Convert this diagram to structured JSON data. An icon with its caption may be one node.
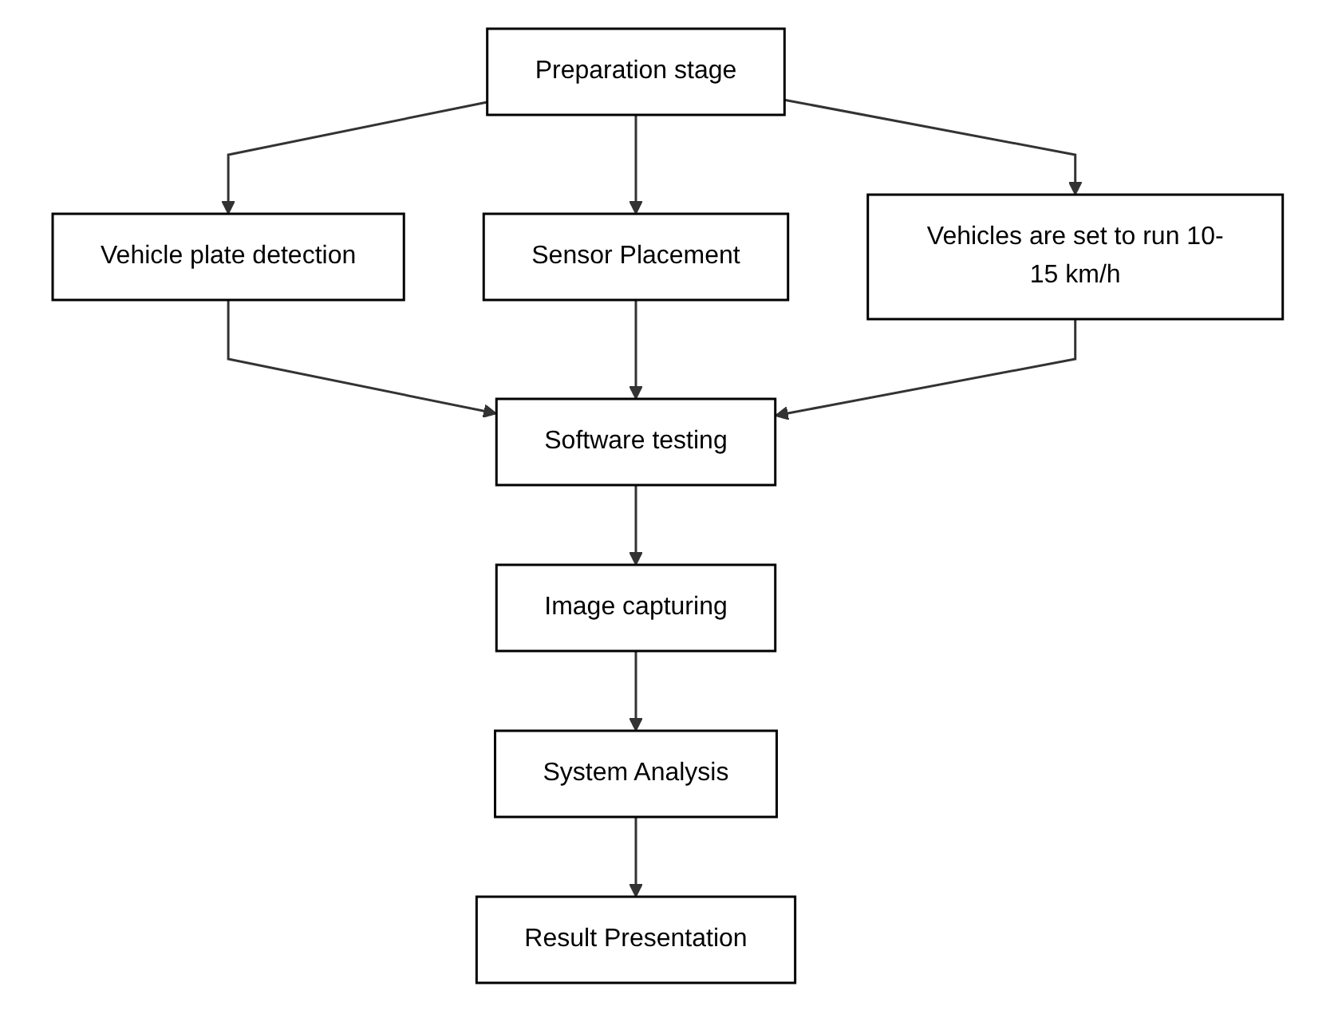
{
  "diagram": {
    "nodes": [
      {
        "text": [
          "Preparation stage"
        ]
      },
      {
        "text": [
          "Vehicle plate detection"
        ]
      },
      {
        "text": [
          "Sensor Placement"
        ]
      },
      {
        "text": [
          "Vehicles are set to run 10-15 km/h"
        ]
      },
      {
        "text": [
          "Software testing"
        ]
      },
      {
        "text": [
          "Image capturing"
        ]
      },
      {
        "text": [
          "System Analysis"
        ]
      },
      {
        "text": [
          "Result Presentation"
        ]
      }
    ],
    "edges": [
      {
        "from": 0,
        "to": 1,
        "arrow": "to"
      },
      {
        "from": 0,
        "to": 2,
        "arrow": "to"
      },
      {
        "from": 0,
        "to": 3,
        "arrow": "to"
      },
      {
        "from": 1,
        "to": 4,
        "arrow": "to"
      },
      {
        "from": 2,
        "to": 4,
        "arrow": "to"
      },
      {
        "from": 3,
        "to": 4,
        "arrow": "to"
      },
      {
        "from": 4,
        "to": 5,
        "arrow": "to"
      },
      {
        "from": 5,
        "to": 6,
        "arrow": "to"
      },
      {
        "from": 6,
        "to": 7,
        "arrow": "to"
      }
    ]
  }
}
